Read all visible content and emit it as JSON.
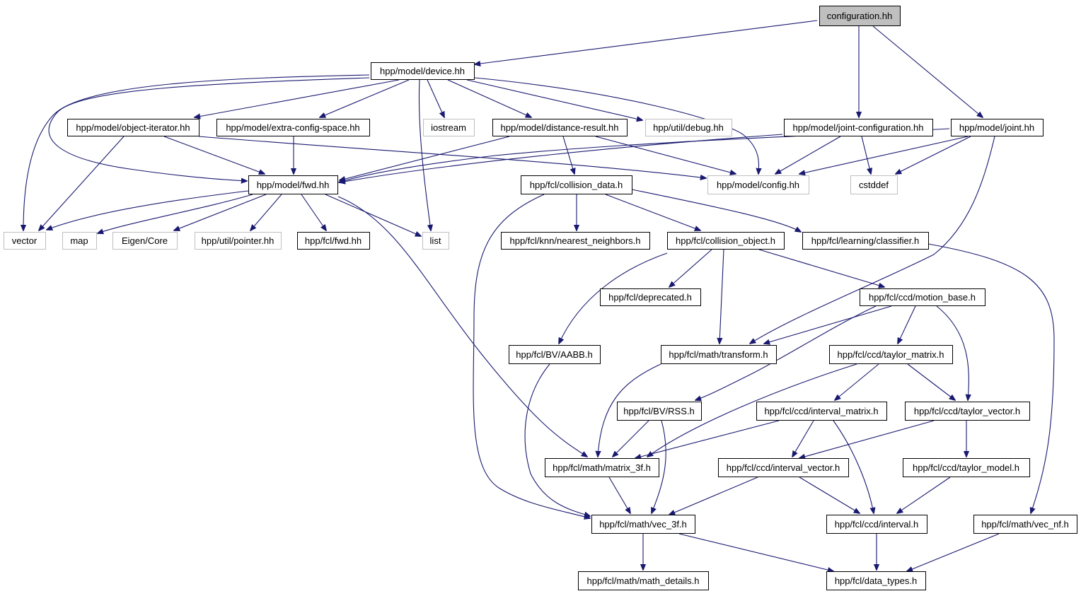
{
  "colors": {
    "edge": "#191970",
    "node_border": "#000000",
    "external_border": "#bfbfbf",
    "root_fill": "#bfbfbf",
    "background": "#ffffff"
  },
  "nodes": [
    {
      "id": "configuration",
      "label": "configuration.hh",
      "kind": "root"
    },
    {
      "id": "device",
      "label": "hpp/model/device.hh",
      "kind": "internal"
    },
    {
      "id": "objiter",
      "label": "hpp/model/object-iterator.hh",
      "kind": "internal"
    },
    {
      "id": "extra",
      "label": "hpp/model/extra-config-space.hh",
      "kind": "internal"
    },
    {
      "id": "iostream",
      "label": "iostream",
      "kind": "external"
    },
    {
      "id": "distres",
      "label": "hpp/model/distance-result.hh",
      "kind": "internal"
    },
    {
      "id": "debug",
      "label": "hpp/util/debug.hh",
      "kind": "external"
    },
    {
      "id": "jointcfg",
      "label": "hpp/model/joint-configuration.hh",
      "kind": "internal"
    },
    {
      "id": "joint",
      "label": "hpp/model/joint.hh",
      "kind": "internal"
    },
    {
      "id": "fwdhh",
      "label": "hpp/model/fwd.hh",
      "kind": "internal"
    },
    {
      "id": "colldata",
      "label": "hpp/fcl/collision_data.h",
      "kind": "internal"
    },
    {
      "id": "config",
      "label": "hpp/model/config.hh",
      "kind": "external"
    },
    {
      "id": "cstddef",
      "label": "cstddef",
      "kind": "external"
    },
    {
      "id": "vector",
      "label": "vector",
      "kind": "external"
    },
    {
      "id": "map",
      "label": "map",
      "kind": "external"
    },
    {
      "id": "eigen",
      "label": "Eigen/Core",
      "kind": "external"
    },
    {
      "id": "pointer",
      "label": "hpp/util/pointer.hh",
      "kind": "external"
    },
    {
      "id": "fclfwd",
      "label": "hpp/fcl/fwd.hh",
      "kind": "internal"
    },
    {
      "id": "list",
      "label": "list",
      "kind": "external"
    },
    {
      "id": "knn",
      "label": "hpp/fcl/knn/nearest_neighbors.h",
      "kind": "internal"
    },
    {
      "id": "collobj",
      "label": "hpp/fcl/collision_object.h",
      "kind": "internal"
    },
    {
      "id": "classifier",
      "label": "hpp/fcl/learning/classifier.h",
      "kind": "internal"
    },
    {
      "id": "deprecated",
      "label": "hpp/fcl/deprecated.h",
      "kind": "internal"
    },
    {
      "id": "motion",
      "label": "hpp/fcl/ccd/motion_base.h",
      "kind": "internal"
    },
    {
      "id": "aabb",
      "label": "hpp/fcl/BV/AABB.h",
      "kind": "internal"
    },
    {
      "id": "transform",
      "label": "hpp/fcl/math/transform.h",
      "kind": "internal"
    },
    {
      "id": "tmatrix",
      "label": "hpp/fcl/ccd/taylor_matrix.h",
      "kind": "internal"
    },
    {
      "id": "rss",
      "label": "hpp/fcl/BV/RSS.h",
      "kind": "internal"
    },
    {
      "id": "imatrix",
      "label": "hpp/fcl/ccd/interval_matrix.h",
      "kind": "internal"
    },
    {
      "id": "tvector",
      "label": "hpp/fcl/ccd/taylor_vector.h",
      "kind": "internal"
    },
    {
      "id": "matrix3f",
      "label": "hpp/fcl/math/matrix_3f.h",
      "kind": "internal"
    },
    {
      "id": "ivector",
      "label": "hpp/fcl/ccd/interval_vector.h",
      "kind": "internal"
    },
    {
      "id": "tmodel",
      "label": "hpp/fcl/ccd/taylor_model.h",
      "kind": "internal"
    },
    {
      "id": "vec3f",
      "label": "hpp/fcl/math/vec_3f.h",
      "kind": "internal"
    },
    {
      "id": "interval",
      "label": "hpp/fcl/ccd/interval.h",
      "kind": "internal"
    },
    {
      "id": "vecnf",
      "label": "hpp/fcl/math/vec_nf.h",
      "kind": "internal"
    },
    {
      "id": "mathdetails",
      "label": "hpp/fcl/math/math_details.h",
      "kind": "internal"
    },
    {
      "id": "datatypes",
      "label": "hpp/fcl/data_types.h",
      "kind": "internal"
    }
  ]
}
